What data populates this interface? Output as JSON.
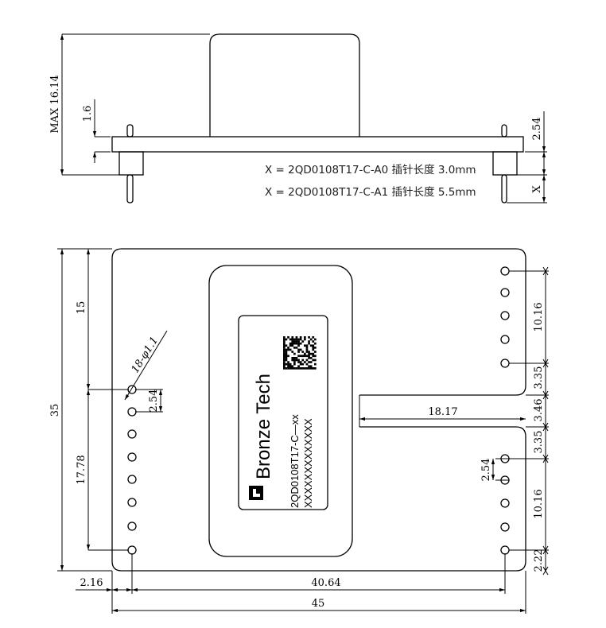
{
  "side_view": {
    "max_height": "MAX 16.14",
    "pcb_thickness": "1.6",
    "pin_above": "2.54",
    "pin_below": "X",
    "notes": [
      "X = 2QD0108T17-C-A0 插针长度 3.0mm",
      "X = 2QD0108T17-C-A1 插针长度 5.5mm"
    ]
  },
  "top_view": {
    "label": {
      "brand": "Bronze Tech",
      "part_number": "2QD0108T17-C—xx",
      "serial": "XXXXXXXXXXXXX"
    },
    "dims": {
      "overall_height": "35",
      "first_pin_offset": "15",
      "left_pin_span": "17.78",
      "pitch_left": "2.54",
      "hole_callout": "18-φ1.1",
      "right_top_span": "10.16",
      "right_top_edge": "3.35",
      "slot_gap": "3.46",
      "right_bottom_edge": "3.35",
      "right_bottom_span": "10.16",
      "bottom_edge": "2.22",
      "pitch_right": "2.54",
      "slot_length": "18.17",
      "left_edge_offset": "2.16",
      "pin_row_spacing": "40.64",
      "overall_width": "45"
    }
  }
}
